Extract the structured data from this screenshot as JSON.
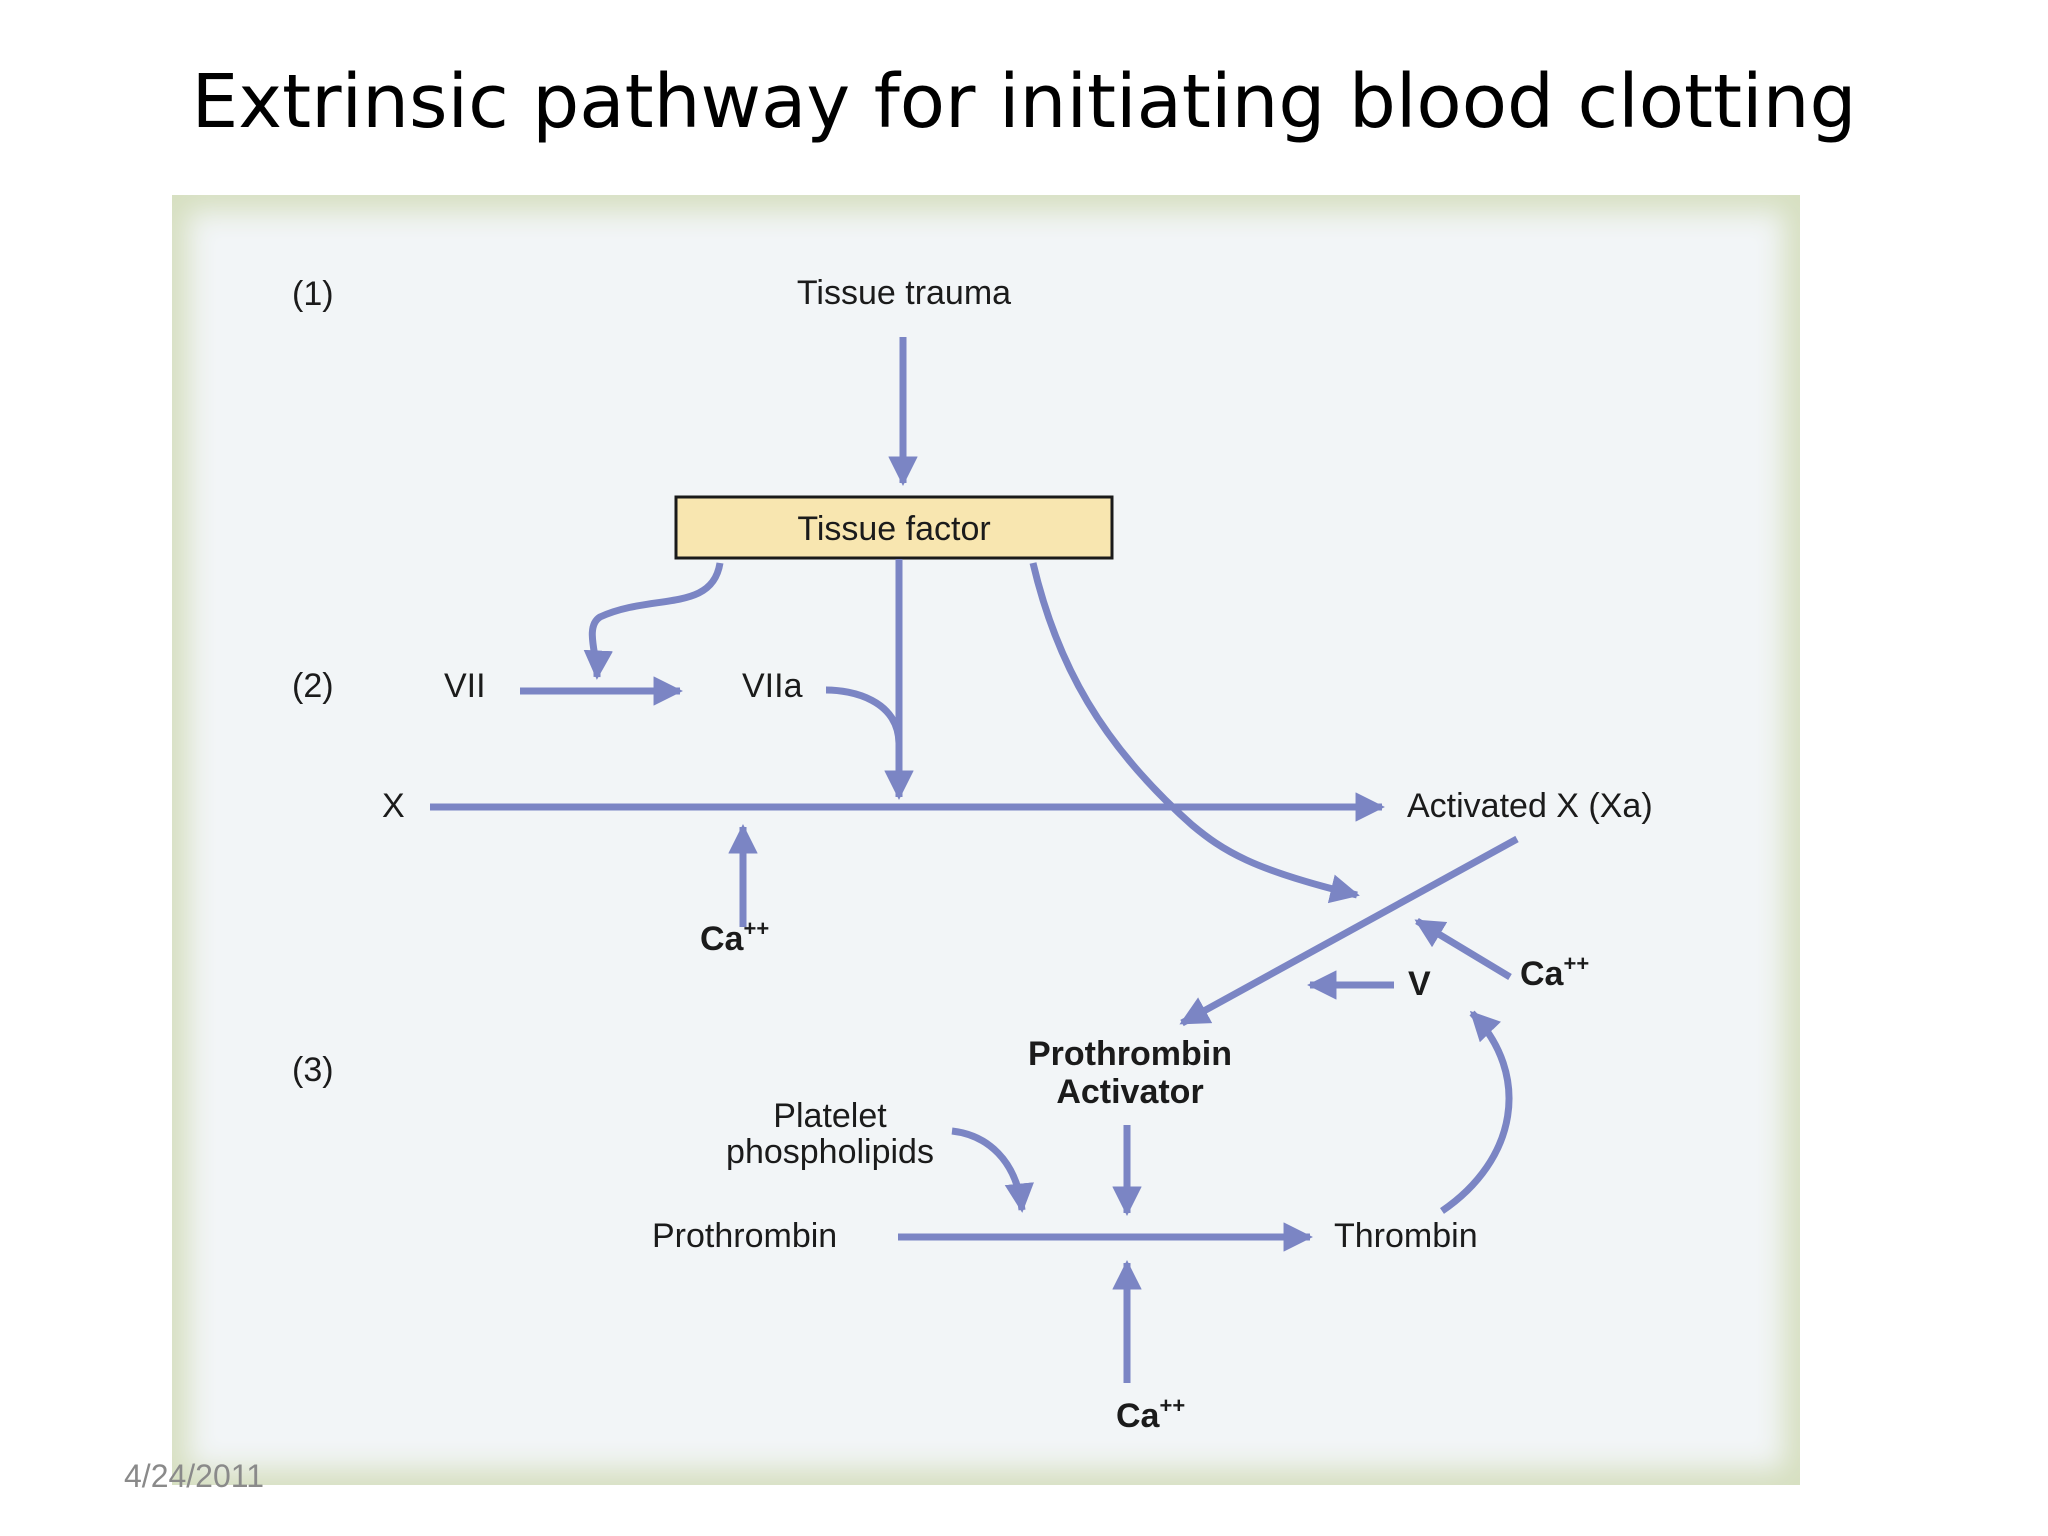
{
  "slide": {
    "title": "Extrinsic pathway for initiating blood clotting",
    "date": "4/24/2011"
  },
  "diagram": {
    "steps": [
      "(1)",
      "(2)",
      "(3)"
    ],
    "nodes": {
      "tissue_trauma": "Tissue trauma",
      "tissue_factor": "Tissue factor",
      "vii": "VII",
      "viia": "VIIa",
      "x": "X",
      "activated_x": "Activated X (Xa)",
      "ca_1": "Ca",
      "ca_2": "Ca",
      "ca_3": "Ca",
      "ca_superscript": "++",
      "v": "V",
      "prothrombin_activator_line1": "Prothrombin",
      "prothrombin_activator_line2": "Activator",
      "platelet_line1": "Platelet",
      "platelet_line2": "phospholipids",
      "prothrombin": "Prothrombin",
      "thrombin": "Thrombin"
    },
    "colors": {
      "arrow": "#7b85c4",
      "box_fill": "#f8e6b0",
      "box_stroke": "#1a1a1a",
      "panel_bg": "#f2f5f7",
      "panel_border": "#d6dfc0"
    }
  }
}
